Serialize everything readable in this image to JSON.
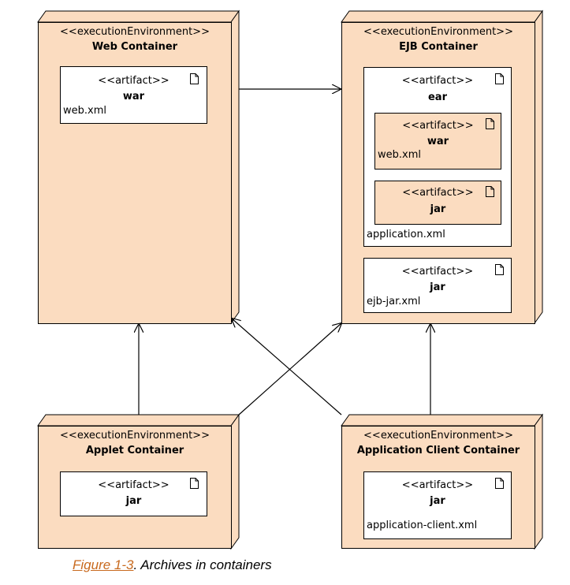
{
  "stereotype_env": "<<executionEnvironment>>",
  "stereotype_artifact": "<<artifact>>",
  "web": {
    "title": "Web Container",
    "war": {
      "name": "war",
      "file": "web.xml"
    }
  },
  "ejb": {
    "title": "EJB Container",
    "ear": {
      "name": "ear",
      "file": "application.xml"
    },
    "war": {
      "name": "war",
      "file": "web.xml"
    },
    "jar": {
      "name": "jar"
    },
    "ejbjar": {
      "name": "jar",
      "file": "ejb-jar.xml"
    }
  },
  "applet": {
    "title": "Applet Container",
    "jar": {
      "name": "jar"
    }
  },
  "appclient": {
    "title": "Application Client Container",
    "jar": {
      "name": "jar",
      "file": "application-client.xml"
    }
  },
  "caption": {
    "ref": "Figure 1-3",
    "text": ". Archives in containers"
  },
  "colors": {
    "node_fill": "#fbdcc0",
    "artifact_fill": "#ffffff",
    "caption_ref": "#c8691d"
  }
}
